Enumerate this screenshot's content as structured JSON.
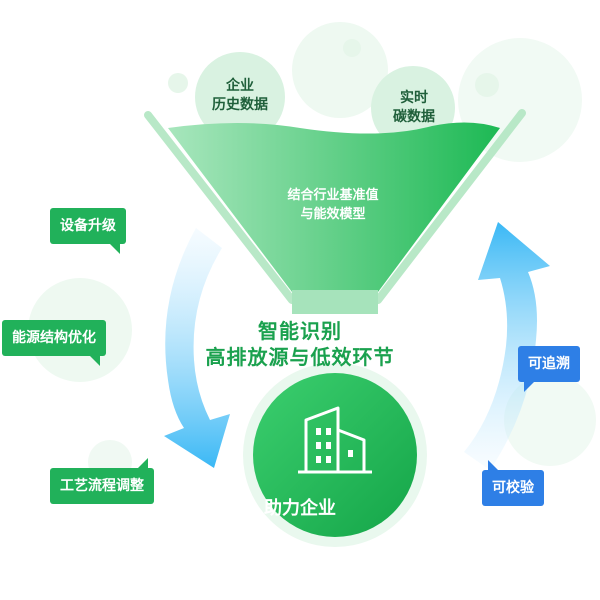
{
  "inputs": {
    "bubble_left": {
      "line1": "企业",
      "line2": "历史数据"
    },
    "bubble_right": {
      "line1": "实时",
      "line2": "碳数据"
    }
  },
  "funnel": {
    "line1": "结合行业基准值",
    "line2": "与能效模型"
  },
  "headline": {
    "line1": "智能识别",
    "line2": "高排放源与低效环节"
  },
  "center": {
    "label": "助力企业",
    "icon": "building-icon"
  },
  "left_tags": [
    {
      "label": "设备升级"
    },
    {
      "label": "能源结构优化"
    },
    {
      "label": "工艺流程调整"
    }
  ],
  "right_tags": [
    {
      "label": "可追溯"
    },
    {
      "label": "可校验"
    }
  ],
  "colors": {
    "green": "#21b15a",
    "blue": "#2e7fe6",
    "arrow_blue": "#4fc3f7"
  }
}
